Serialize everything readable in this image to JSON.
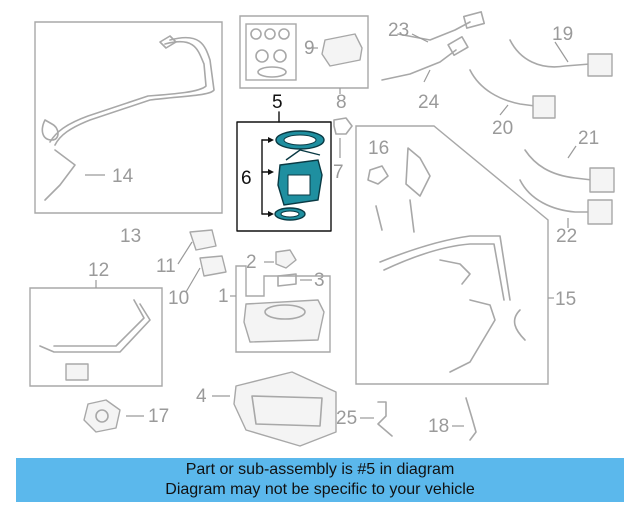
{
  "callouts": {
    "c1": "1",
    "c2": "2",
    "c3": "3",
    "c4": "4",
    "c5": "5",
    "c6": "6",
    "c7": "7",
    "c8": "8",
    "c9": "9",
    "c10": "10",
    "c11": "11",
    "c12": "12",
    "c13": "13",
    "c14": "14",
    "c15": "15",
    "c16": "16",
    "c17": "17",
    "c18": "18",
    "c19": "19",
    "c20": "20",
    "c21": "21",
    "c22": "22",
    "c23": "23",
    "c24": "24",
    "c25": "25"
  },
  "highlight": {
    "part_number": "5",
    "color": "#111111"
  },
  "colors": {
    "banner_bg": "#5bb8ec",
    "pump_teal": "#1f8fa0",
    "line_gray": "#a8a8a8"
  },
  "banner": {
    "line1": "Part or sub-assembly is #5 in diagram",
    "line2": "Diagram may not be specific to your vehicle"
  }
}
